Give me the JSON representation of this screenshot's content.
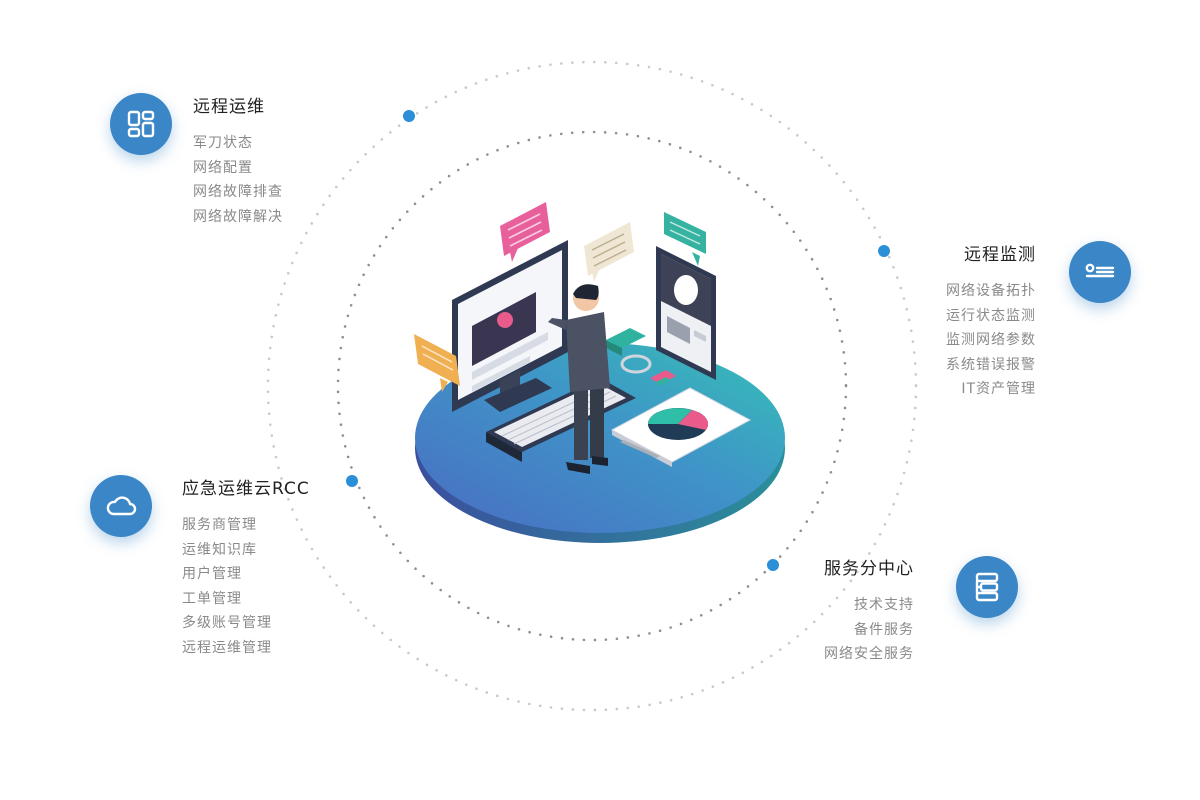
{
  "accent_color": "#3a86c6",
  "nodes": {
    "ops": {
      "title": "远程运维",
      "items": [
        "军刀状态",
        "网络配置",
        "网络故障排查",
        "网络故障解决"
      ],
      "icon": "dashboard-grid-icon"
    },
    "monitor": {
      "title": "远程监测",
      "items": [
        "网络设备拓扑",
        "运行状态监测",
        "监测网络参数",
        "系统错误报警",
        "IT资产管理"
      ],
      "icon": "id-card-list-icon"
    },
    "rcc": {
      "title": "应急运维云RCC",
      "items": [
        "服务商管理",
        "运维知识库",
        "用户管理",
        "工单管理",
        "多级账号管理",
        "远程运维管理"
      ],
      "icon": "cloud-icon"
    },
    "service": {
      "title": "服务分中心",
      "items": [
        "技术支持",
        "备件服务",
        "网络安全服务"
      ],
      "icon": "server-stack-icon"
    }
  }
}
